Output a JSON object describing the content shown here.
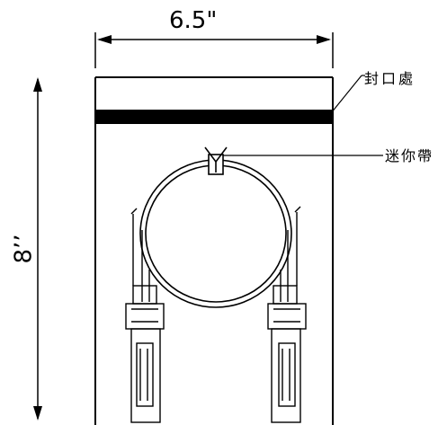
{
  "dimensions": {
    "width_label": "6.5\"",
    "height_label": "8’’"
  },
  "callouts": {
    "seal_label": "封口處",
    "tie_label": "迷你帶"
  },
  "colors": {
    "line": "#000000",
    "background": "#ffffff"
  }
}
